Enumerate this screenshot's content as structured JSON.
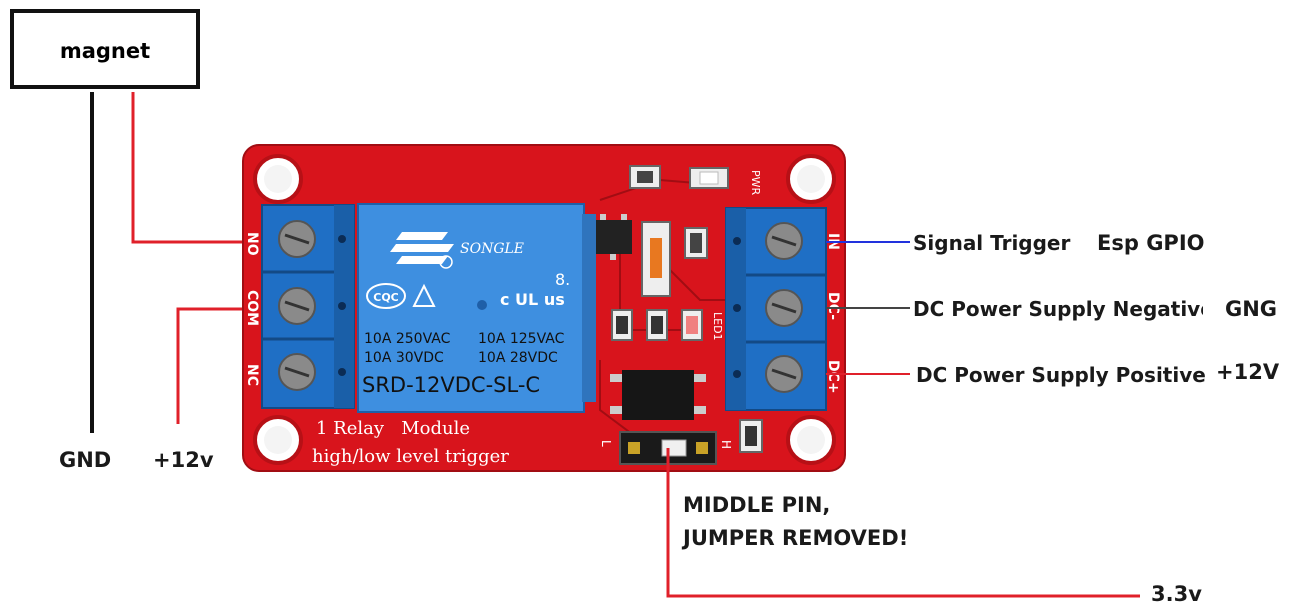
{
  "magnet": {
    "label": "magnet"
  },
  "left_wires": {
    "gnd": "GND",
    "plus12": "+12v"
  },
  "right_labels": {
    "signal_trigger": "Signal Trigger",
    "esp_gpio": "Esp GPIO",
    "dc_negative": "DC Power Supply Negative",
    "gng": "GNG",
    "dc_positive": "DC Power Supply Positive",
    "plus12v": "+12V"
  },
  "jumper_note": {
    "line1": "MIDDLE PIN,",
    "line2": "JUMPER REMOVED!"
  },
  "supply": {
    "v33": "3.3v"
  },
  "board": {
    "module_line1": "1 Relay   Module",
    "module_line2": "high/low level trigger",
    "pin_no": "NO",
    "pin_com": "COM",
    "pin_nc": "NC",
    "pin_in": "IN",
    "pin_dcm": "DC-",
    "pin_dcp": "DC+",
    "pwr": "PWR",
    "led1": "LED1",
    "jumper_l": "L",
    "jumper_h": "H"
  },
  "relay": {
    "brand": "SONGLE",
    "cqc": "CQC",
    "ul": "c UL us",
    "rating_l1a": "10A  250VAC",
    "rating_l1b": "10A  125VAC",
    "rating_l2a": "10A    30VDC",
    "rating_l2b": "10A  28VDC",
    "model": "SRD-12VDC-SL-C"
  },
  "colors": {
    "board_red": "#d8141c",
    "board_dark": "#a10d13",
    "terminal_blue": "#1f6fc5",
    "relay_blue": "#3e8fe0",
    "wire_red": "#e0202a",
    "wire_black": "#111111",
    "wire_blue": "#2233dd",
    "wire_grey": "#444444"
  },
  "icons": [
    "screw-icon",
    "mount-hole-icon",
    "songle-logo-icon",
    "cqc-logo-icon",
    "ul-logo-icon"
  ]
}
